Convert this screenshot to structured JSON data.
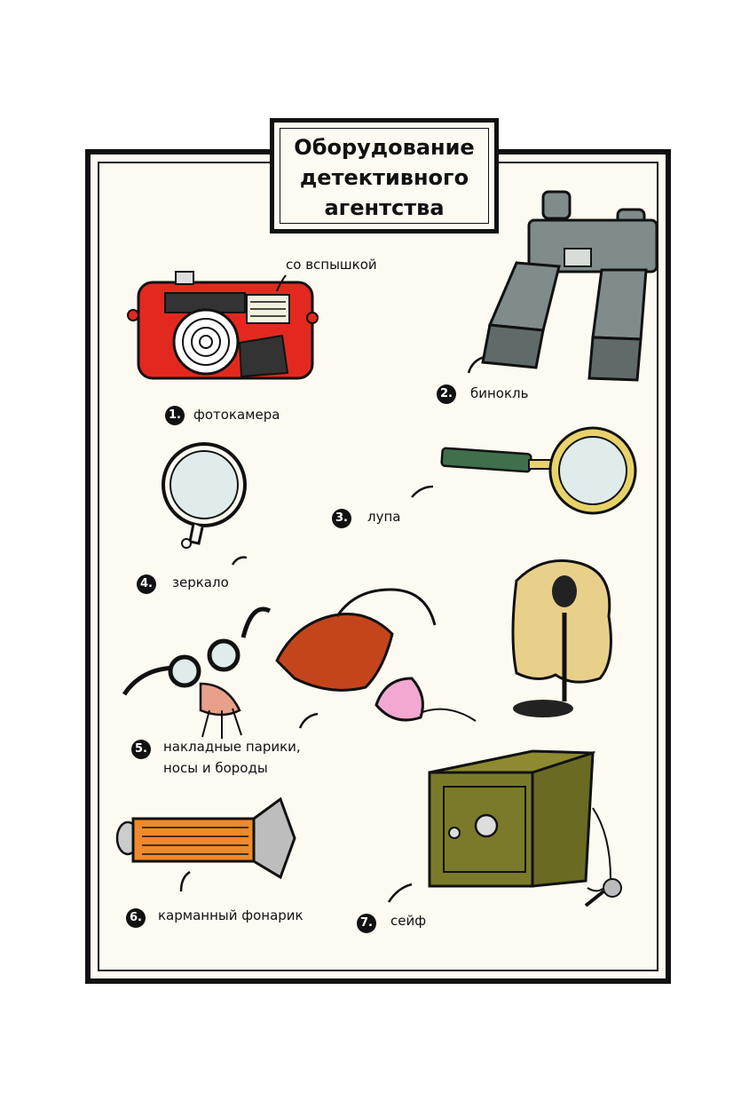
{
  "title": {
    "line1": "Оборудование",
    "line2": "детективного",
    "line3": "агентства"
  },
  "items": [
    {
      "number": "1.",
      "label": "фотокамера",
      "icon": "camera-icon"
    },
    {
      "number": "2.",
      "label": "бинокль",
      "icon": "binoculars-icon"
    },
    {
      "number": "3.",
      "label": "лупа",
      "icon": "magnifying-glass-icon"
    },
    {
      "number": "4.",
      "label": "зеркало",
      "icon": "mirror-icon"
    },
    {
      "number": "5.",
      "label_line1": "накладные парики,",
      "label_line2": "носы и бороды",
      "icon": "disguise-icon"
    },
    {
      "number": "6.",
      "label": "карманный фонарик",
      "icon": "flashlight-icon"
    },
    {
      "number": "7.",
      "label": "сейф",
      "icon": "safe-icon"
    }
  ],
  "annotations": {
    "flash": "со вспышкой"
  },
  "colors": {
    "background": "#fcfaf1",
    "camera": "#e3291f",
    "binoculars": "#7f8c8b",
    "magnifier_rim": "#e8d36a",
    "magnifier_handle": "#3f6f4c",
    "beard": "#c4451c",
    "wig": "#e9d08a",
    "flashlight": "#f08a2a",
    "safe": "#7a7a2a"
  }
}
